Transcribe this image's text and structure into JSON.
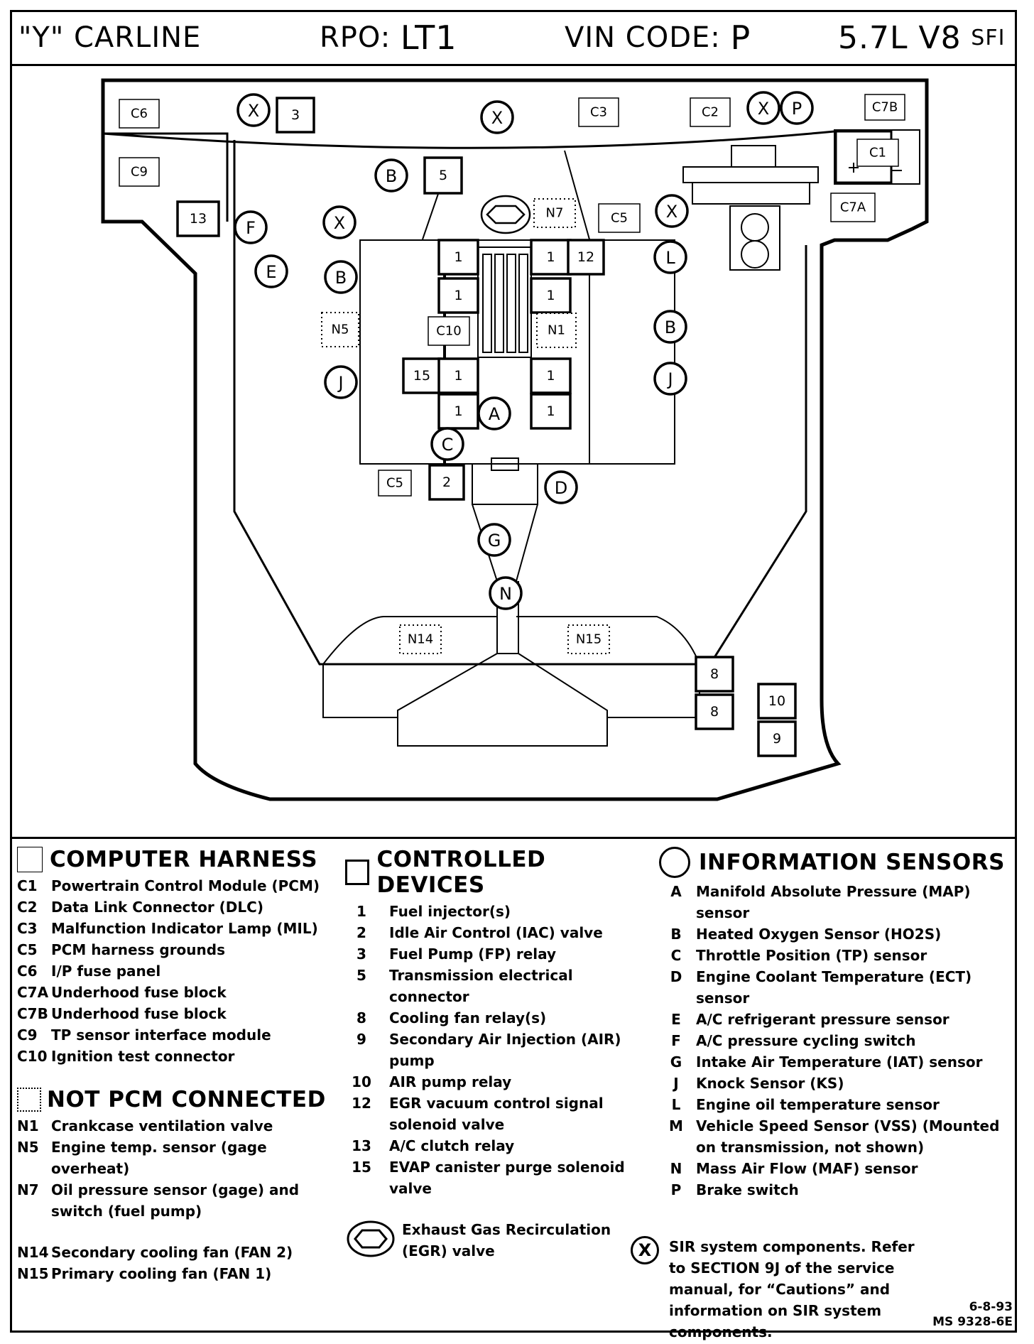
{
  "header": {
    "carline": "\"Y\" CARLINE",
    "rpo_label": "RPO:",
    "rpo_value": "LT1",
    "vin_label": "VIN CODE:",
    "vin_value": "P",
    "engine": "5.7L  V8",
    "engine_suffix": "SFI"
  },
  "diagram": {
    "harness": [
      {
        "id": "c6",
        "label": "C6"
      },
      {
        "id": "c9",
        "label": "C9"
      },
      {
        "id": "c3",
        "label": "C3"
      },
      {
        "id": "c2",
        "label": "C2"
      },
      {
        "id": "c7b",
        "label": "C7B"
      },
      {
        "id": "c1",
        "label": "C1"
      },
      {
        "id": "c7a",
        "label": "C7A"
      },
      {
        "id": "c5a",
        "label": "C5"
      },
      {
        "id": "c5b",
        "label": "C5"
      },
      {
        "id": "c10",
        "label": "C10"
      }
    ],
    "devices": [
      {
        "id": "d3",
        "label": "3"
      },
      {
        "id": "d13",
        "label": "13"
      },
      {
        "id": "d5",
        "label": "5"
      },
      {
        "id": "d1a",
        "label": "1"
      },
      {
        "id": "d1b",
        "label": "1"
      },
      {
        "id": "d1c",
        "label": "1"
      },
      {
        "id": "d1d",
        "label": "1"
      },
      {
        "id": "d12",
        "label": "12"
      },
      {
        "id": "d15",
        "label": "15"
      },
      {
        "id": "d1e",
        "label": "1"
      },
      {
        "id": "d1f",
        "label": "1"
      },
      {
        "id": "d1g",
        "label": "1"
      },
      {
        "id": "d1h",
        "label": "1"
      },
      {
        "id": "d2",
        "label": "2"
      },
      {
        "id": "d8a",
        "label": "8"
      },
      {
        "id": "d8b",
        "label": "8"
      },
      {
        "id": "d10",
        "label": "10"
      },
      {
        "id": "d9",
        "label": "9"
      }
    ],
    "sensors": [
      {
        "id": "x1",
        "label": "X"
      },
      {
        "id": "x2",
        "label": "X"
      },
      {
        "id": "x3",
        "label": "X"
      },
      {
        "id": "p",
        "label": "P"
      },
      {
        "id": "b1",
        "label": "B"
      },
      {
        "id": "x4",
        "label": "X"
      },
      {
        "id": "x5",
        "label": "X"
      },
      {
        "id": "f",
        "label": "F"
      },
      {
        "id": "e",
        "label": "E"
      },
      {
        "id": "b2",
        "label": "B"
      },
      {
        "id": "l",
        "label": "L"
      },
      {
        "id": "b3",
        "label": "B"
      },
      {
        "id": "j1",
        "label": "J"
      },
      {
        "id": "j2",
        "label": "J"
      },
      {
        "id": "a",
        "label": "A"
      },
      {
        "id": "c",
        "label": "C"
      },
      {
        "id": "d",
        "label": "D"
      },
      {
        "id": "g",
        "label": "G"
      },
      {
        "id": "n",
        "label": "N"
      }
    ],
    "not_connected": [
      {
        "id": "n7",
        "label": "N7"
      },
      {
        "id": "n5",
        "label": "N5"
      },
      {
        "id": "n1",
        "label": "N1"
      },
      {
        "id": "n14",
        "label": "N14"
      },
      {
        "id": "n15",
        "label": "N15"
      }
    ]
  },
  "legend": {
    "computer_harness": {
      "title": "COMPUTER HARNESS",
      "items": [
        {
          "code": "C1",
          "desc": "Powertrain Control Module (PCM)"
        },
        {
          "code": "C2",
          "desc": "Data Link Connector (DLC)"
        },
        {
          "code": "C3",
          "desc": "Malfunction Indicator Lamp (MIL)"
        },
        {
          "code": "C5",
          "desc": "PCM harness grounds"
        },
        {
          "code": "C6",
          "desc": "I/P fuse panel"
        },
        {
          "code": "C7A",
          "desc": "Underhood fuse block"
        },
        {
          "code": "C7B",
          "desc": "Underhood fuse block"
        },
        {
          "code": "C9",
          "desc": "TP sensor interface module"
        },
        {
          "code": "C10",
          "desc": "Ignition test connector"
        }
      ]
    },
    "not_pcm": {
      "title": "NOT PCM CONNECTED",
      "items": [
        {
          "code": "N1",
          "desc": "Crankcase ventilation valve"
        },
        {
          "code": "N5",
          "desc": "Engine temp. sensor (gage overheat)"
        },
        {
          "code": "N7",
          "desc": "Oil pressure sensor (gage) and switch (fuel pump)"
        }
      ],
      "fans": [
        {
          "code": "N14",
          "desc": "Secondary cooling fan (FAN 2)"
        },
        {
          "code": "N15",
          "desc": "Primary cooling fan (FAN 1)"
        }
      ]
    },
    "controlled_devices": {
      "title": "CONTROLLED DEVICES",
      "items": [
        {
          "code": "1",
          "desc": "Fuel injector(s)"
        },
        {
          "code": "2",
          "desc": "Idle Air Control  (IAC) valve"
        },
        {
          "code": "3",
          "desc": "Fuel Pump (FP) relay"
        },
        {
          "code": "5",
          "desc": "Transmission electrical connector"
        },
        {
          "code": "8",
          "desc": "Cooling fan relay(s)"
        },
        {
          "code": "9",
          "desc": "Secondary Air Injection (AIR) pump"
        },
        {
          "code": "10",
          "desc": "AIR pump relay"
        },
        {
          "code": "12",
          "desc": "EGR vacuum control signal solenoid valve"
        },
        {
          "code": "13",
          "desc": "A/C clutch relay"
        },
        {
          "code": "15",
          "desc": "EVAP canister purge solenoid valve"
        }
      ],
      "egr": "Exhaust Gas Recirculation (EGR) valve"
    },
    "information_sensors": {
      "title": "INFORMATION SENSORS",
      "items": [
        {
          "code": "A",
          "desc": "Manifold Absolute Pressure (MAP) sensor"
        },
        {
          "code": "B",
          "desc": "Heated Oxygen Sensor (HO2S)"
        },
        {
          "code": "C",
          "desc": "Throttle Position (TP) sensor"
        },
        {
          "code": "D",
          "desc": "Engine Coolant Temperature (ECT) sensor"
        },
        {
          "code": "E",
          "desc": "A/C refrigerant pressure sensor"
        },
        {
          "code": "F",
          "desc": "A/C pressure cycling switch"
        },
        {
          "code": "G",
          "desc": "Intake Air Temperature (IAT) sensor"
        },
        {
          "code": "J",
          "desc": "Knock Sensor (KS)"
        },
        {
          "code": "L",
          "desc": "Engine oil temperature sensor"
        },
        {
          "code": "M",
          "desc": "Vehicle Speed Sensor (VSS) (Mounted on transmission, not shown)"
        },
        {
          "code": "N",
          "desc": "Mass Air Flow (MAF) sensor"
        },
        {
          "code": "P",
          "desc": "Brake switch"
        }
      ]
    },
    "sir": {
      "symbol": "X",
      "note": "SIR system components.  Refer to SECTION 9J of the service manual, for “Cautions” and information on SIR system components."
    },
    "footer": {
      "date": "6-8-93",
      "code": "MS 9328-6E"
    }
  }
}
